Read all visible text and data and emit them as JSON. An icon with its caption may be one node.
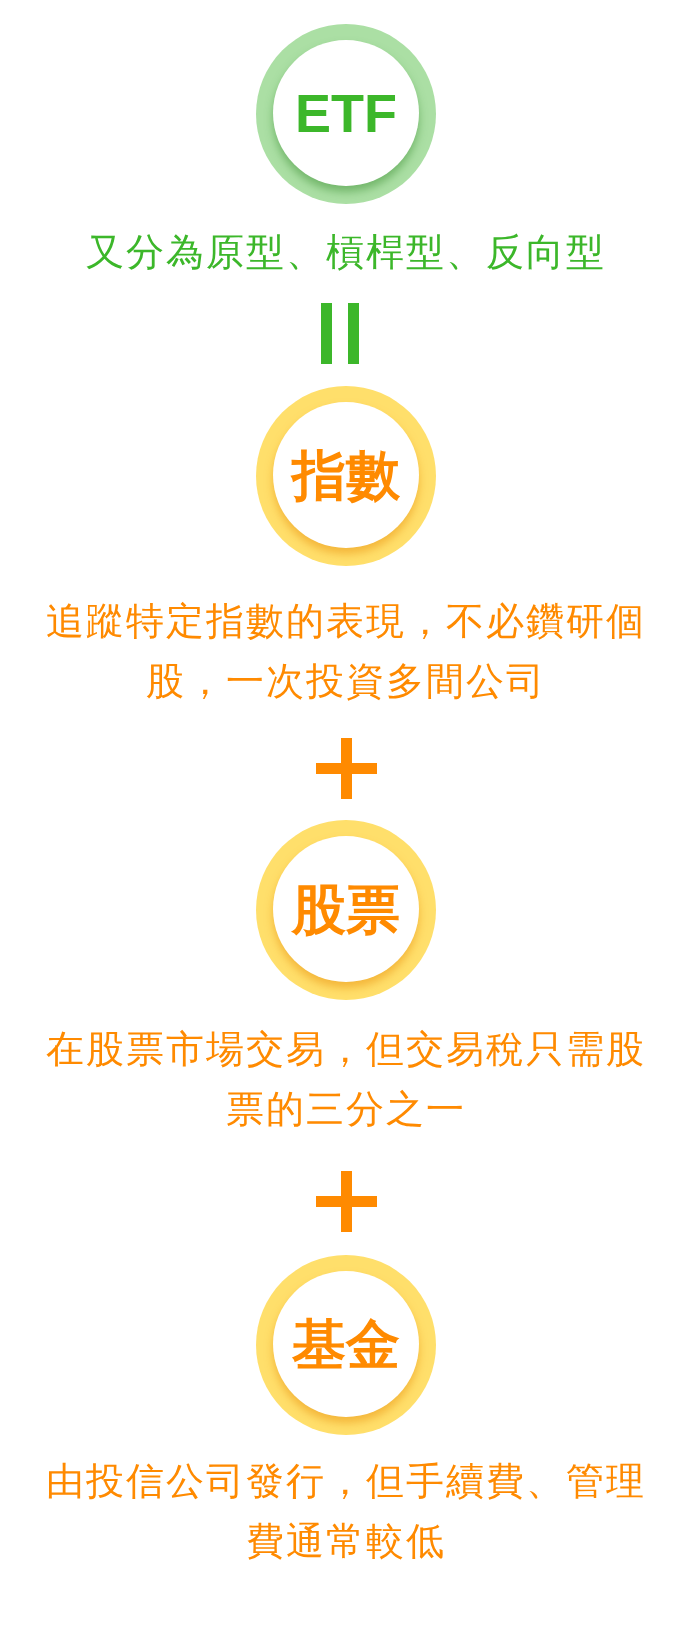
{
  "diagram": {
    "nodes": [
      {
        "text": [
          "ETF"
        ],
        "beside": [
          "又分為原型、槓桿型、反向型"
        ]
      },
      {
        "text": [
          "指數"
        ],
        "beside": [
          "追蹤特定指數的表現，不必鑽研個股，一次投資多間公司"
        ]
      },
      {
        "text": [
          "股票"
        ],
        "beside": [
          "在股票市場交易，但交易稅只需股票的三分之一"
        ]
      },
      {
        "text": [
          "基金"
        ],
        "beside": [
          "由投信公司發行，但手續費、管理費通常較低"
        ]
      }
    ]
  }
}
